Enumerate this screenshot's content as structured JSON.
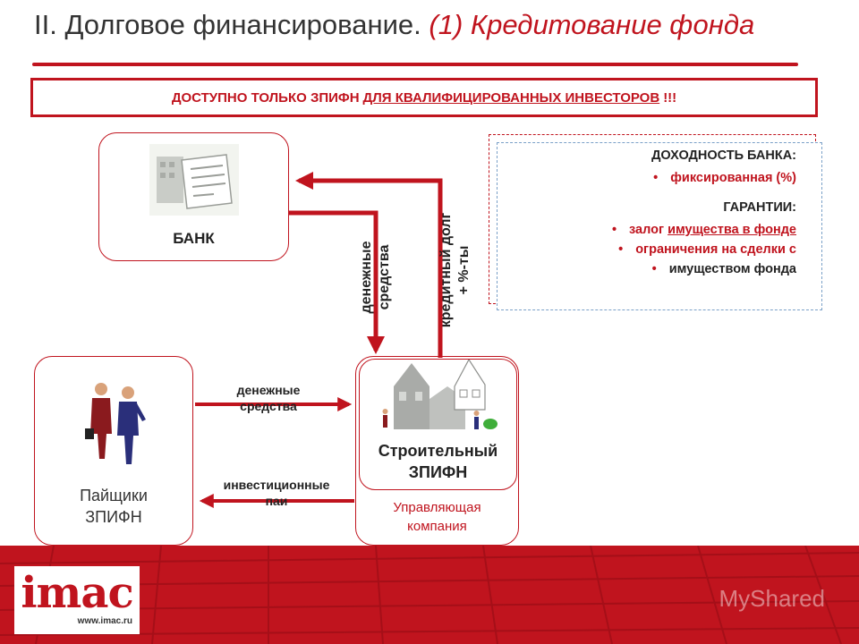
{
  "title": {
    "main": "II. Долговое финансирование.",
    "accent": "(1) Кредитование фонда"
  },
  "banner": {
    "part1": "ДОСТУПНО ТОЛЬКО ЗПИФН",
    "underlined": "ДЛЯ КВАЛИФИЦИРОВАННЫХ ИНВЕСТОРОВ",
    "part2": "!!!"
  },
  "bank": {
    "label": "БАНК"
  },
  "investors": {
    "label_line1": "Пайщики",
    "label_line2": "ЗПИФН"
  },
  "fund": {
    "label_line1": "Строительный",
    "label_line2": "ЗПИФН"
  },
  "management": {
    "label_line1": "Управляющая",
    "label_line2": "компания"
  },
  "info": {
    "income_head": "ДОХОДНОСТЬ БАНКА:",
    "income_item": "фиксированная (%)",
    "guarantee_head": "ГАРАНТИИ:",
    "guarantee_item1_prefix": "залог ",
    "guarantee_item1_underlined": "имущества в фонде",
    "guarantee_item2_line1": "ограничения на сделки с",
    "guarantee_item2_line2": "имуществом фонда"
  },
  "flows": {
    "bank_to_fund_line1": "денежные",
    "bank_to_fund_line2": "средства",
    "fund_to_bank_line1": "кредитный долг",
    "fund_to_bank_line2": "+ %-ты",
    "investors_to_fund_line1": "денежные",
    "investors_to_fund_line2": "средства",
    "fund_to_investors_line1": "инвестиционные",
    "fund_to_investors_line2": "паи"
  },
  "footer": {
    "logo": "imac",
    "url": "www.imac.ru",
    "watermark": "MyShared"
  },
  "colors": {
    "accent": "#c0141e",
    "text": "#222222"
  }
}
